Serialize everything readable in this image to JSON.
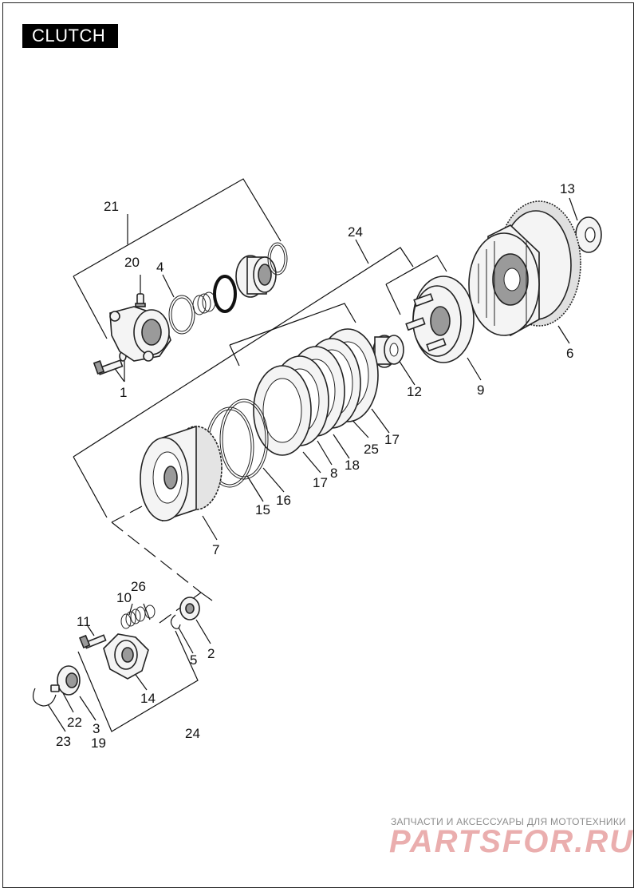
{
  "title": "CLUTCH",
  "labels": {
    "l1": "1",
    "l2": "2",
    "l3": "3",
    "l4": "4",
    "l5": "5",
    "l6": "6",
    "l7": "7",
    "l8": "8",
    "l9": "9",
    "l10": "10",
    "l11": "11",
    "l12": "12",
    "l13": "13",
    "l14": "14",
    "l15": "15",
    "l16": "16",
    "l17a": "17",
    "l17b": "17",
    "l18": "18",
    "l19": "19",
    "l20": "20",
    "l21": "21",
    "l22": "22",
    "l23": "23",
    "l24a": "24",
    "l24b": "24",
    "l25": "25",
    "l26": "26"
  },
  "watermark": {
    "line1": "ЗАПЧАСТИ И АКСЕССУАРЫ ДЛЯ МОТОТЕХНИКИ",
    "logo": "PARTSFOR.RU",
    "color": "#e7a0a0"
  }
}
